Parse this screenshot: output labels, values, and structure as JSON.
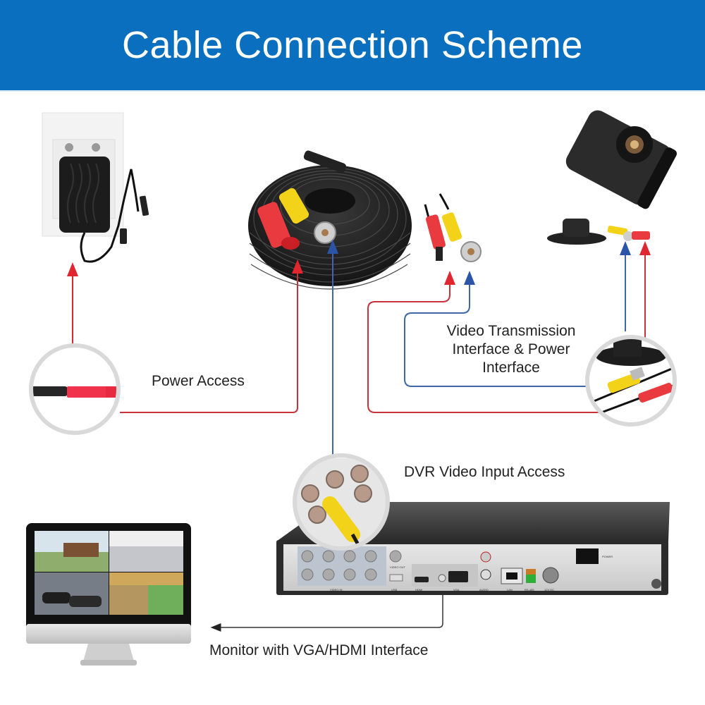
{
  "title": "Cable Connection Scheme",
  "labels": {
    "power_access": "Power Access",
    "video_power_line1": "Video Transmission",
    "video_power_line2": "Interface & Power",
    "video_power_line3": "Interface",
    "dvr_input": "DVR Video Input Access",
    "monitor": "Monitor with VGA/HDMI Interface"
  },
  "dvr_port_labels": {
    "video_in": "VIDEO IN",
    "video_out": "VIDEO OUT",
    "usb": "USB",
    "hdmi": "HDMI",
    "vga": "VGA",
    "audio": "AUDIO",
    "lan": "LAN",
    "rs485": "RS-485",
    "dc12v": "12V DC",
    "power": "POWER"
  },
  "colors": {
    "header_bg": "#0a6fbf",
    "power_line": "#d9343a",
    "video_line": "#3f67a8",
    "monitor_line": "#333333",
    "callout_ring": "#d9d9d9"
  }
}
